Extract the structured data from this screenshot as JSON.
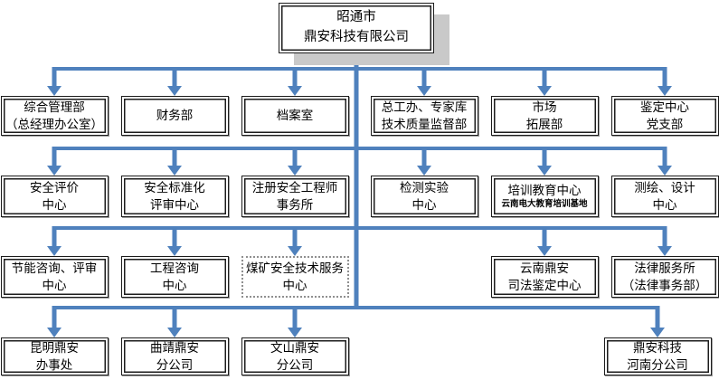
{
  "org_chart": {
    "root": {
      "id": "company-root",
      "line1": "昭通市",
      "line2": "鼎安科技有限公司"
    },
    "colors": {
      "connector": "#4f81bd",
      "box_border": "#1c1c1c",
      "box_shadow": "#c9c9c9",
      "dotted_border": "#8f8f8f"
    },
    "nodes": [
      {
        "id": "general-management-dept",
        "row": 1,
        "col": 0,
        "style": "double",
        "lines": [
          "综合管理部",
          "（总经理办公室）"
        ]
      },
      {
        "id": "finance-dept",
        "row": 1,
        "col": 1,
        "style": "double",
        "lines": [
          "财务部"
        ]
      },
      {
        "id": "archives-room",
        "row": 1,
        "col": 2,
        "style": "double",
        "lines": [
          "档案室"
        ]
      },
      {
        "id": "chief-engineer-office-quality-dept",
        "row": 1,
        "col": 3,
        "style": "double",
        "lines": [
          "总工办、专家库",
          "技术质量监督部"
        ]
      },
      {
        "id": "market-expansion-dept",
        "row": 1,
        "col": 4,
        "style": "double",
        "lines": [
          "市场",
          "拓展部"
        ]
      },
      {
        "id": "appraisal-center-party-branch",
        "row": 1,
        "col": 5,
        "style": "double",
        "lines": [
          "鉴定中心",
          "党支部"
        ]
      },
      {
        "id": "safety-evaluation-center",
        "row": 2,
        "col": 0,
        "style": "double",
        "lines": [
          "安全评价",
          "中心"
        ]
      },
      {
        "id": "safety-standardization-review-center",
        "row": 2,
        "col": 1,
        "style": "double",
        "lines": [
          "安全标准化",
          "评审中心"
        ]
      },
      {
        "id": "registered-safety-engineer-office",
        "row": 2,
        "col": 2,
        "style": "double",
        "lines": [
          "注册安全工程师",
          "事务所"
        ]
      },
      {
        "id": "testing-laboratory-center",
        "row": 2,
        "col": 3,
        "style": "double",
        "lines": [
          "检测实验",
          "中心"
        ]
      },
      {
        "id": "training-education-center",
        "row": 2,
        "col": 4,
        "style": "double",
        "lines": [
          "培训教育中心"
        ],
        "subline": "云南电大教育培训基地"
      },
      {
        "id": "surveying-design-center",
        "row": 2,
        "col": 5,
        "style": "double",
        "lines": [
          "测绘、设计",
          "中心"
        ]
      },
      {
        "id": "energy-consulting-review-center",
        "row": 3,
        "col": 0,
        "style": "double",
        "lines": [
          "节能咨询、评审",
          "中心"
        ]
      },
      {
        "id": "engineering-consulting-center",
        "row": 3,
        "col": 1,
        "style": "double",
        "lines": [
          "工程咨询",
          "中心"
        ]
      },
      {
        "id": "coal-mine-safety-tech-service-center",
        "row": 3,
        "col": 2,
        "style": "dotted",
        "lines": [
          "煤矿安全技术服务",
          "中心"
        ]
      },
      {
        "id": "yunnan-dingan-judicial-appraisal-center",
        "row": 3,
        "col": 4,
        "style": "double",
        "lines": [
          "云南鼎安",
          "司法鉴定中心"
        ]
      },
      {
        "id": "legal-service-office",
        "row": 3,
        "col": 5,
        "style": "double",
        "lines": [
          "法律服务所",
          "（法律事务部）"
        ]
      },
      {
        "id": "kunming-dingan-office",
        "row": 4,
        "col": 0,
        "style": "double",
        "lines": [
          "昆明鼎安",
          "办事处"
        ]
      },
      {
        "id": "qujing-dingan-branch",
        "row": 4,
        "col": 1,
        "style": "double",
        "lines": [
          "曲靖鼎安",
          "分公司"
        ]
      },
      {
        "id": "wenshan-dingan-branch",
        "row": 4,
        "col": 2,
        "style": "double",
        "lines": [
          "文山鼎安",
          "分公司"
        ]
      },
      {
        "id": "dingan-tech-henan-branch",
        "row": 4,
        "col": 5,
        "style": "double",
        "lines": [
          "鼎安科技",
          "河南分公司"
        ]
      }
    ]
  }
}
